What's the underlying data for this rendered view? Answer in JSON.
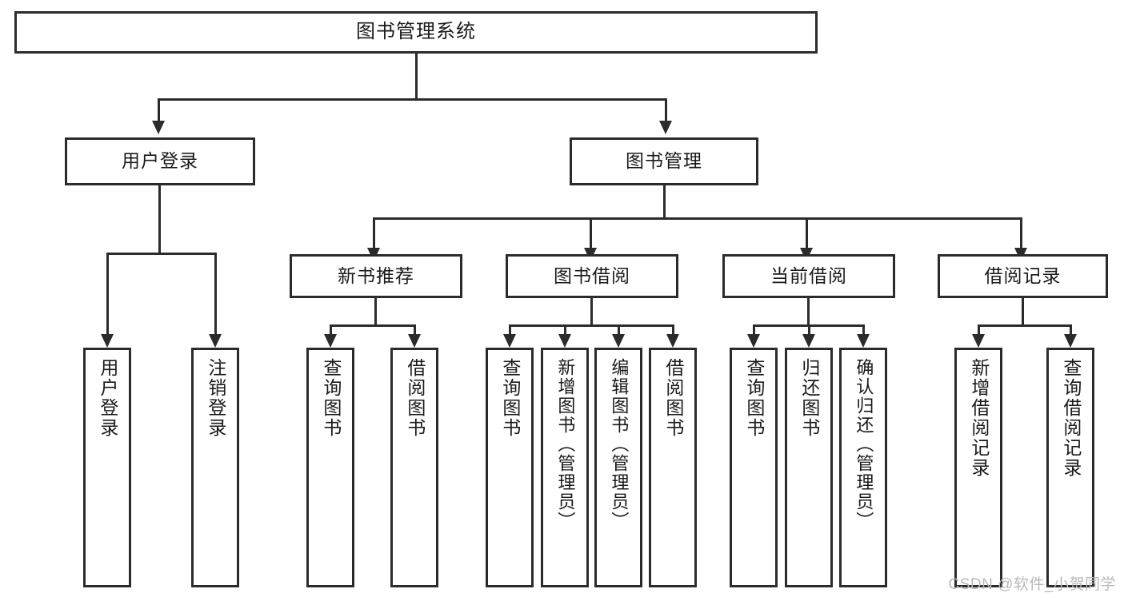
{
  "diagram": {
    "title": "图书管理系统",
    "type": "tree-hierarchy-diagram",
    "watermark": "CSDN @软件_小贺同学",
    "colors": {
      "stroke": "#2b2b2b",
      "fill": "#ffffff",
      "text": "#1a1a1a",
      "watermark": "#b9b9b9"
    },
    "root": {
      "label": "图书管理系统"
    },
    "level1": [
      {
        "label": "用户登录"
      },
      {
        "label": "图书管理"
      }
    ],
    "level2": [
      {
        "label": "新书推荐"
      },
      {
        "label": "图书借阅"
      },
      {
        "label": "当前借阅"
      },
      {
        "label": "借阅记录"
      }
    ],
    "leaves": {
      "user_login": [
        {
          "label": "用户登录"
        },
        {
          "label": "注销登录"
        }
      ],
      "new_book_recommend": [
        {
          "label": "查询图书"
        },
        {
          "label": "借阅图书"
        }
      ],
      "book_borrow": [
        {
          "label": "查询图书"
        },
        {
          "label": "新增图书（管理员）"
        },
        {
          "label": "编辑图书（管理员）"
        },
        {
          "label": "借阅图书"
        }
      ],
      "current_borrow": [
        {
          "label": "查询图书"
        },
        {
          "label": "归还图书"
        },
        {
          "label": "确认归还（管理员）"
        }
      ],
      "borrow_record": [
        {
          "label": "新增借阅记录"
        },
        {
          "label": "查询借阅记录"
        }
      ]
    }
  }
}
